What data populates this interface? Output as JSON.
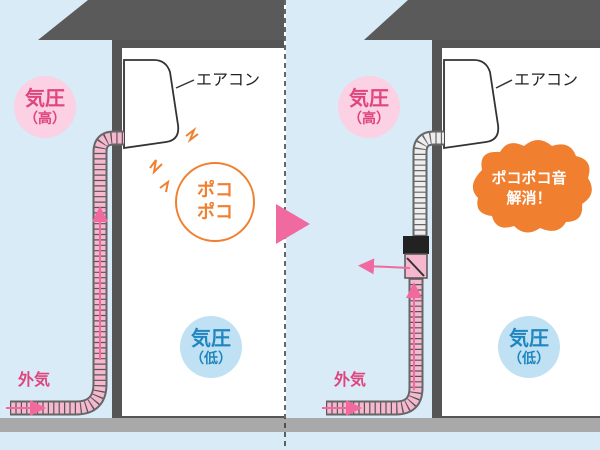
{
  "left_panel": {
    "ac_label": "エアコン",
    "outdoor_pressure": {
      "line1": "気圧",
      "line2": "（高）"
    },
    "indoor_pressure": {
      "line1": "気圧",
      "line2": "（低）"
    },
    "outside_air_label": "外気",
    "noise_text": {
      "line1": "ポコ",
      "line2": "ポコ"
    }
  },
  "right_panel": {
    "ac_label": "エアコン",
    "outdoor_pressure": {
      "line1": "気圧",
      "line2": "（高）"
    },
    "indoor_pressure": {
      "line1": "気圧",
      "line2": "（低）"
    },
    "outside_air_label": "外気",
    "resolved_text": {
      "line1": "ポコポコ音",
      "line2": "解消！"
    }
  },
  "colors": {
    "sky": "#d8ebf7",
    "roof": "#5a5a5a",
    "hose_pink": "#f6b8cf",
    "arrow_pink": "#f06aa0",
    "noise_orange": "#f08030",
    "outdoor_badge": "#fbd1e3",
    "indoor_badge": "#bfe1f3"
  }
}
